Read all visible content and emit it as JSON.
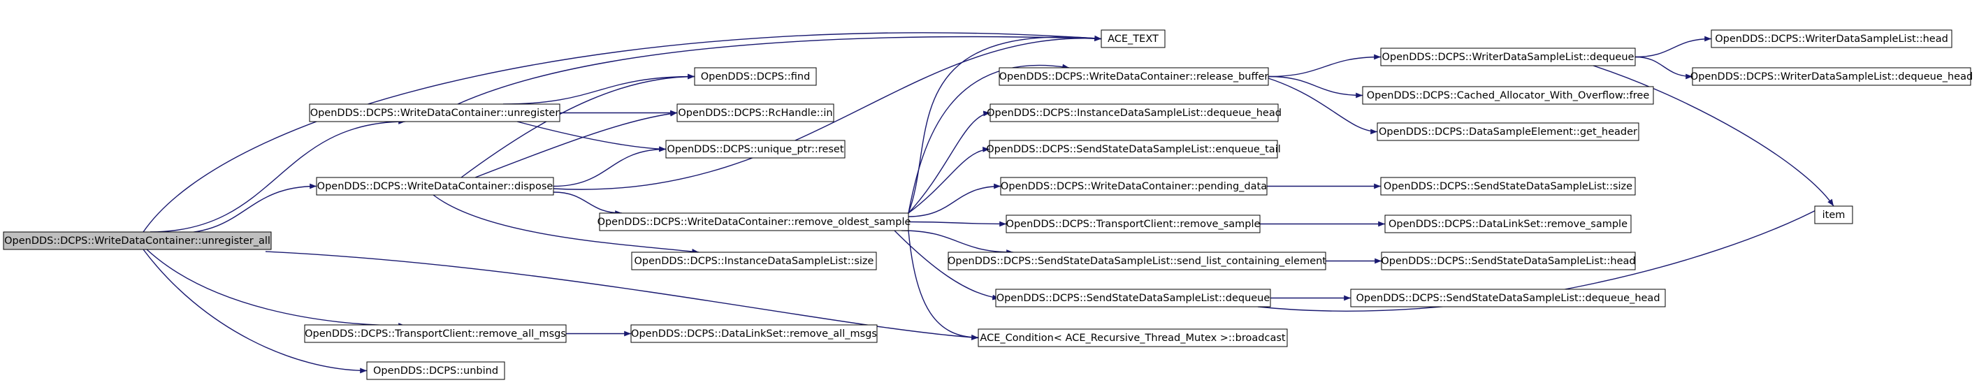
{
  "colors": {
    "edge": "#191970",
    "node_border": "#000000",
    "root_fill": "#bfbfbf",
    "node_fill": "#ffffff"
  },
  "nodes": {
    "root": "OpenDDS::DCPS::WriteDataContainer::unregister_all",
    "unregister": "OpenDDS::DCPS::WriteDataContainer::unregister",
    "dispose": "OpenDDS::DCPS::WriteDataContainer::dispose",
    "remove_all_msgs": "OpenDDS::DCPS::TransportClient::remove_all_msgs",
    "unbind": "OpenDDS::DCPS::unbind",
    "find": "OpenDDS::DCPS::find",
    "rchandle_in": "OpenDDS::DCPS::RcHandle::in",
    "unique_reset": "OpenDDS::DCPS::unique_ptr::reset",
    "remove_oldest_sample": "OpenDDS::DCPS::WriteDataContainer::remove_oldest_sample",
    "instance_size": "OpenDDS::DCPS::InstanceDataSampleList::size",
    "dls_remove_all_msgs": "OpenDDS::DCPS::DataLinkSet::remove_all_msgs",
    "ace_text": "ACE_TEXT",
    "release_buffer": "OpenDDS::DCPS::WriteDataContainer::release_buffer",
    "instance_dequeue_head": "OpenDDS::DCPS::InstanceDataSampleList::dequeue_head",
    "ss_enqueue_tail": "OpenDDS::DCPS::SendStateDataSampleList::enqueue_tail",
    "pending_data": "OpenDDS::DCPS::WriteDataContainer::pending_data",
    "tc_remove_sample": "OpenDDS::DCPS::TransportClient::remove_sample",
    "send_list_containing": "OpenDDS::DCPS::SendStateDataSampleList::send_list_containing_element",
    "ss_dequeue": "OpenDDS::DCPS::SendStateDataSampleList::dequeue",
    "ace_broadcast": "ACE_Condition< ACE_Recursive_Thread_Mutex >::broadcast",
    "writer_dequeue": "OpenDDS::DCPS::WriterDataSampleList::dequeue",
    "cached_free": "OpenDDS::DCPS::Cached_Allocator_With_Overflow::free",
    "get_header": "OpenDDS::DCPS::DataSampleElement::get_header",
    "ss_size": "OpenDDS::DCPS::SendStateDataSampleList::size",
    "dls_remove_sample": "OpenDDS::DCPS::DataLinkSet::remove_sample",
    "ss_head": "OpenDDS::DCPS::SendStateDataSampleList::head",
    "ss_dequeue_head": "OpenDDS::DCPS::SendStateDataSampleList::dequeue_head",
    "writer_head": "OpenDDS::DCPS::WriterDataSampleList::head",
    "writer_dequeue_head": "OpenDDS::DCPS::WriterDataSampleList::dequeue_head",
    "item": "item"
  }
}
